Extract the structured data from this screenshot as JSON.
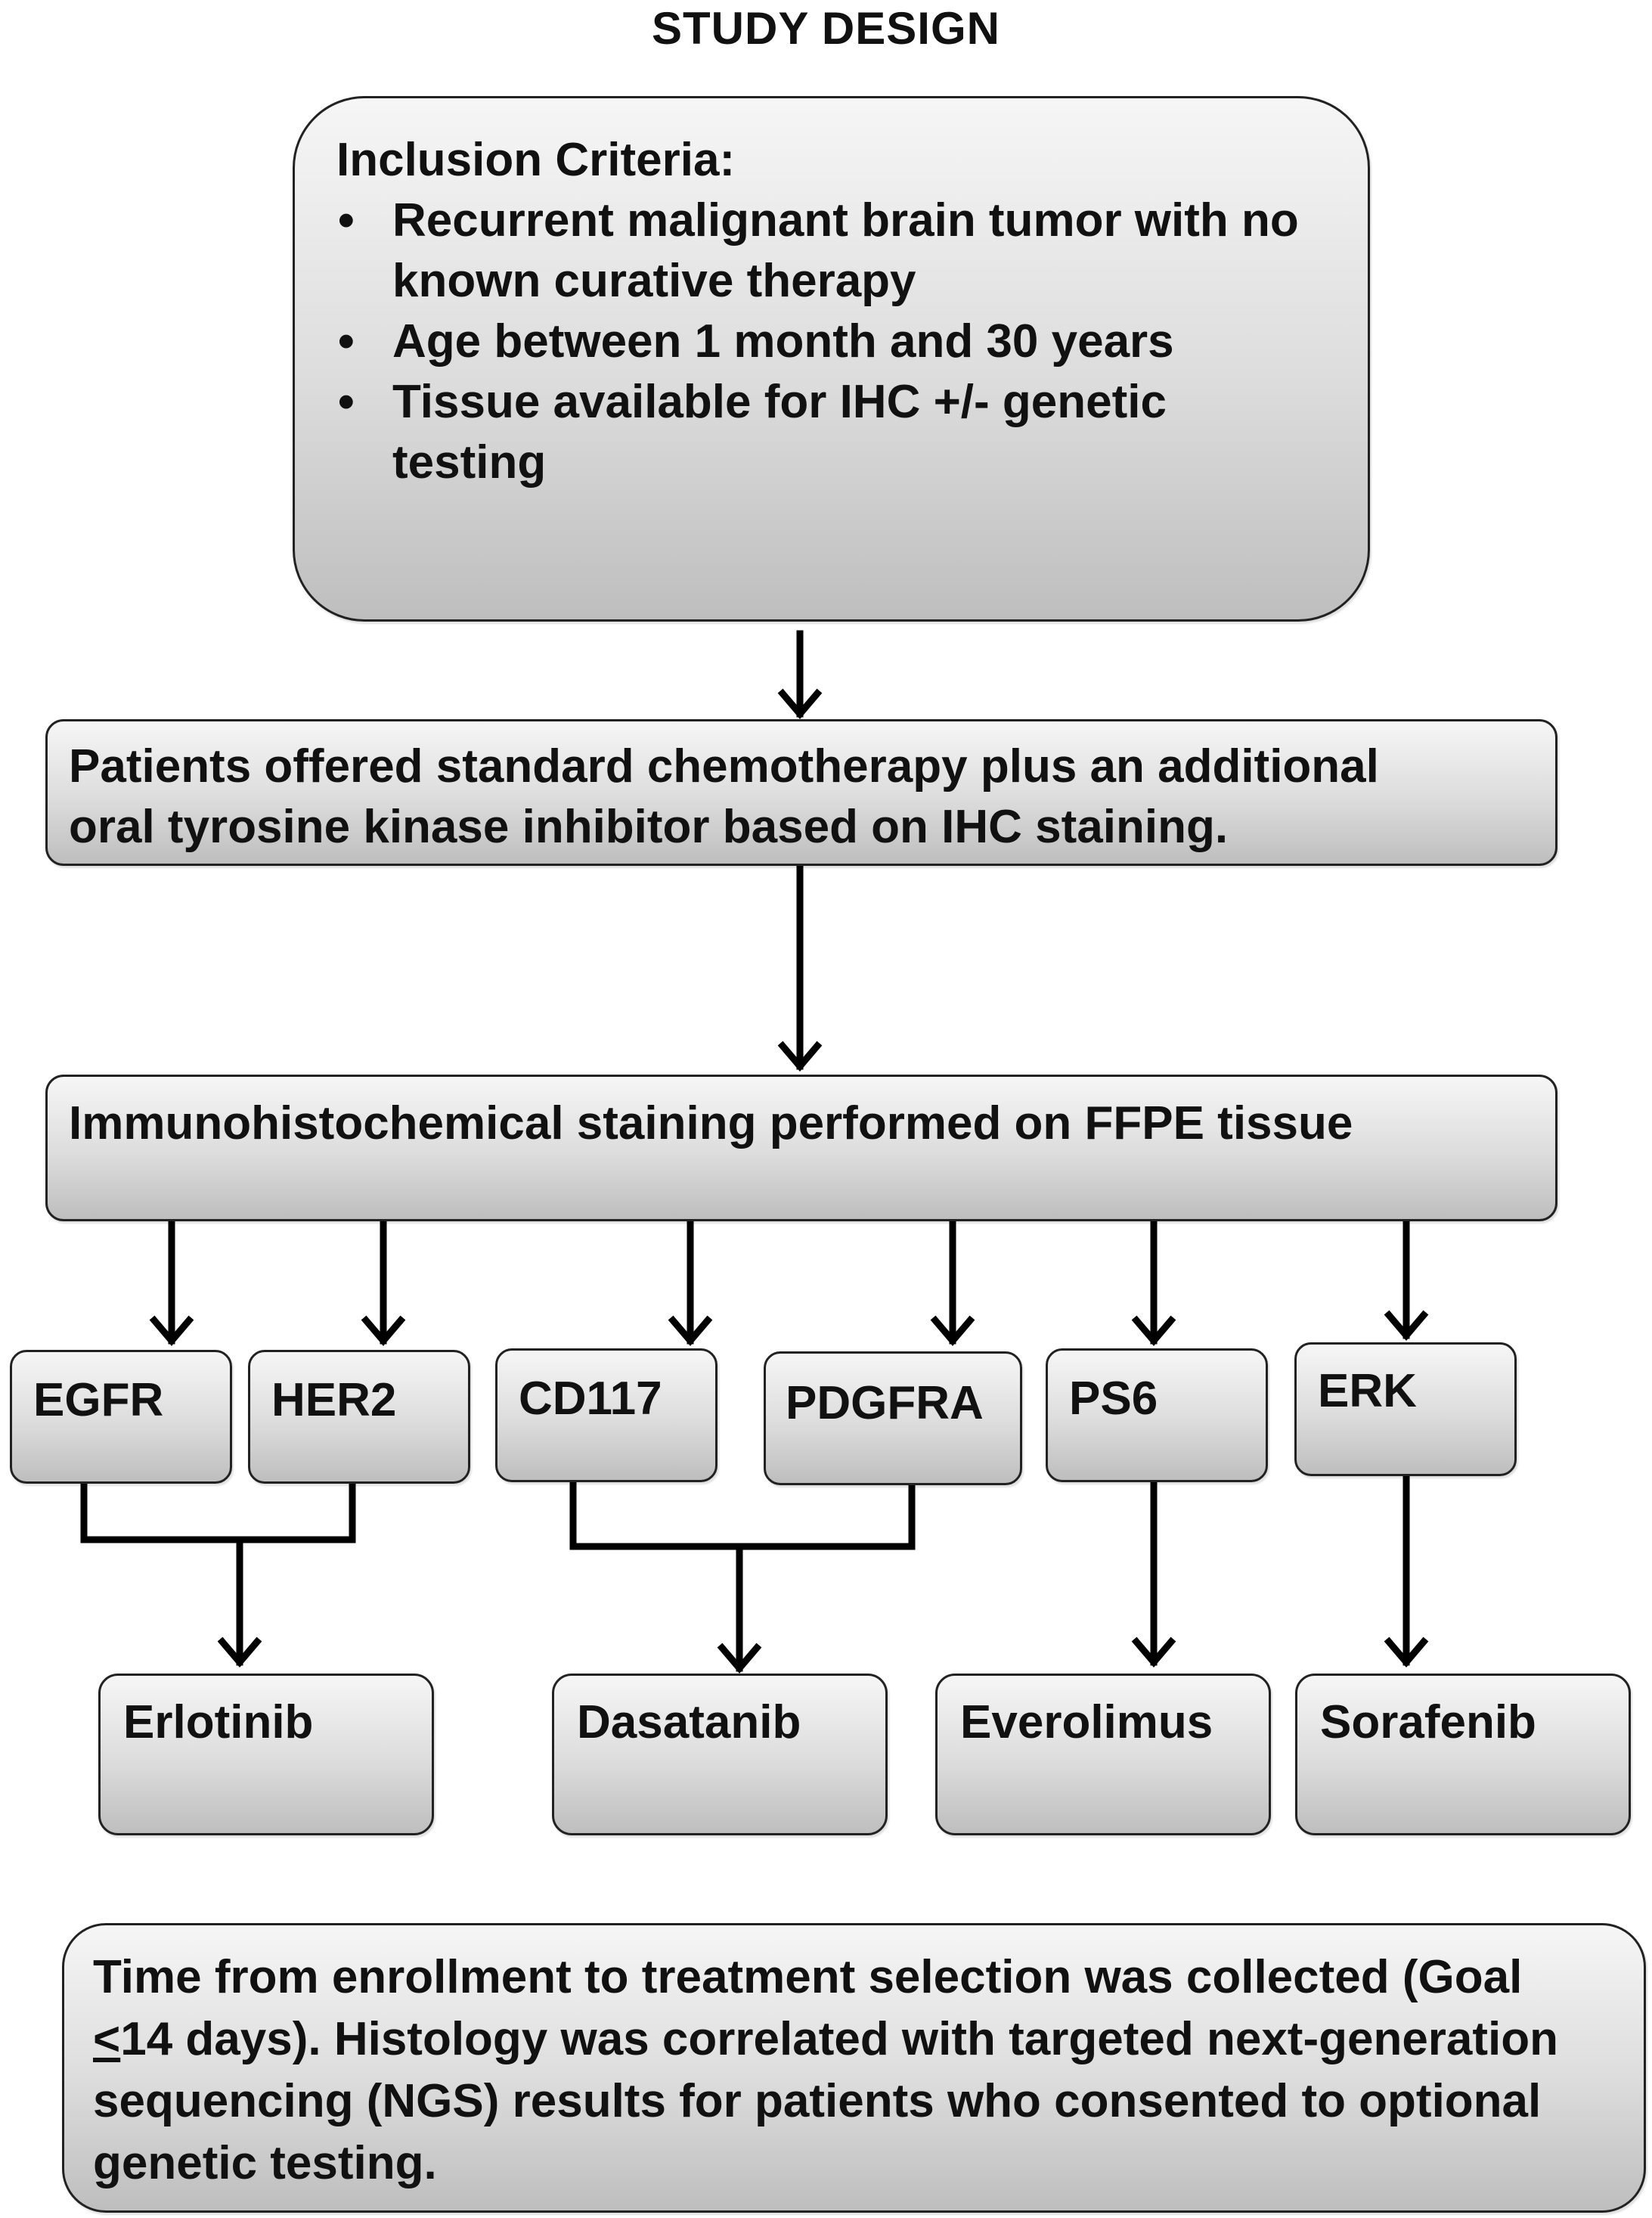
{
  "title": "STUDY DESIGN",
  "inclusion": {
    "heading": "Inclusion Criteria:",
    "bullet_char": "•",
    "criteria": [
      "Recurrent malignant brain tumor with no known curative therapy",
      "Age between 1 month and 30 years",
      "Tissue available for IHC +/- genetic testing"
    ]
  },
  "offer_text": [
    "Patients offered standard chemotherapy plus an additional",
    "oral tyrosine kinase inhibitor based on IHC staining."
  ],
  "ihc_text": "Immunohistochemical staining performed on FFPE tissue",
  "markers": {
    "egfr": "EGFR",
    "her2": "HER2",
    "cd117": "CD117",
    "pdgfra": "PDGFRA",
    "ps6": "PS6",
    "erk": "ERK"
  },
  "drugs": {
    "erlotinib": "Erlotinib",
    "dasatanib": "Dasatanib",
    "everolimus": "Everolimus",
    "sorafenib": "Sorafenib"
  },
  "note": {
    "part1": "Time from enrollment to treatment selection was collected (Goal ",
    "leq_symbol": "<",
    "part2": "14 days).  Histology was correlated with targeted next-generation sequencing (NGS) results for patients who consented to optional genetic testing."
  }
}
